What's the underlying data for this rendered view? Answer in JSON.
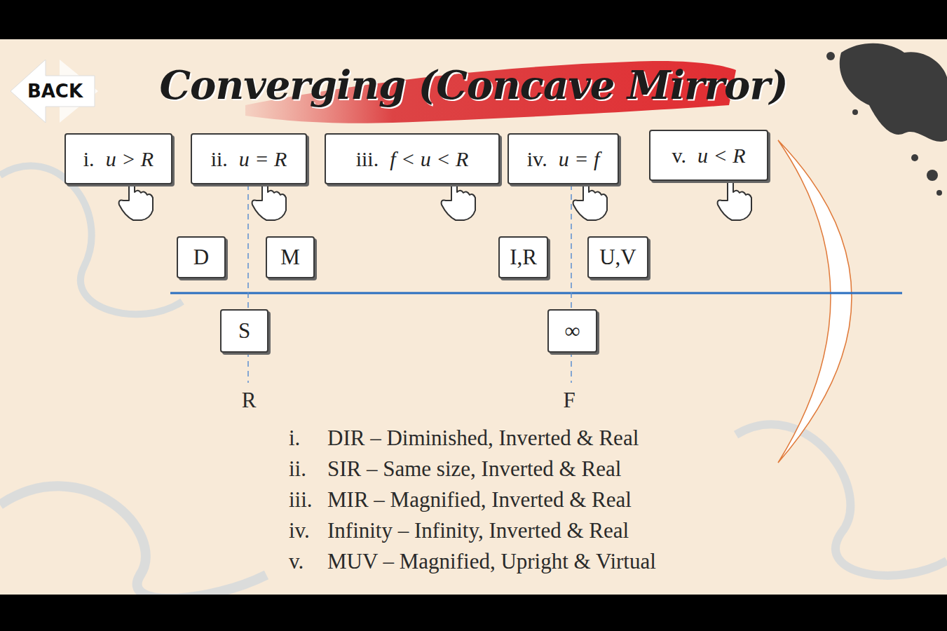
{
  "diagram": {
    "title": "Converging (Concave Mirror)",
    "nodes": [
      {
        "text": [
          "BACK"
        ]
      },
      {
        "text": [
          "i.",
          "u > R"
        ]
      },
      {
        "text": [
          "ii.",
          "u = R"
        ]
      },
      {
        "text": [
          "iii.",
          "f < u < R"
        ]
      },
      {
        "text": [
          "iv.",
          "u = f"
        ]
      },
      {
        "text": [
          "v.",
          "u < R"
        ]
      },
      {
        "text": [
          "D"
        ]
      },
      {
        "text": [
          "M"
        ]
      },
      {
        "text": [
          "I,R"
        ]
      },
      {
        "text": [
          "U,V"
        ]
      },
      {
        "text": [
          "S"
        ]
      },
      {
        "text": [
          "∞"
        ]
      }
    ],
    "labels": [
      "R",
      "F",
      "i.",
      "DIR – Diminished, Inverted & Real",
      "ii.",
      "SIR – Same size, Inverted & Real",
      "iii.",
      "MIR – Magnified, Inverted & Real",
      "iv.",
      "Infinity – Infinity, Inverted & Real",
      "v.",
      "MUV – Magnified, Upright & Virtual"
    ]
  }
}
